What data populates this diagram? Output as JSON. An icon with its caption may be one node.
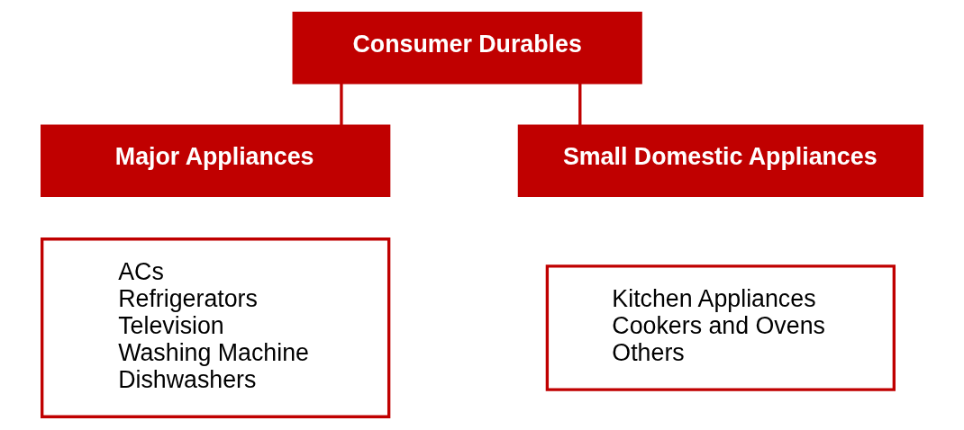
{
  "diagram": {
    "nodes": [
      {
        "text": [
          "Consumer Durables"
        ]
      },
      {
        "text": [
          "Major Appliances"
        ]
      },
      {
        "text": [
          "Small Domestic Appliances"
        ]
      },
      {
        "text": [
          "ACs",
          "Refrigerators",
          "Television",
          "Washing Machine",
          "Dishwashers"
        ]
      },
      {
        "text": [
          "Kitchen Appliances",
          "Cookers and Ovens",
          "Others"
        ]
      }
    ],
    "edges": [
      {
        "from": 0,
        "to": 1,
        "arrow": "none"
      },
      {
        "from": 0,
        "to": 2,
        "arrow": "none"
      }
    ]
  }
}
